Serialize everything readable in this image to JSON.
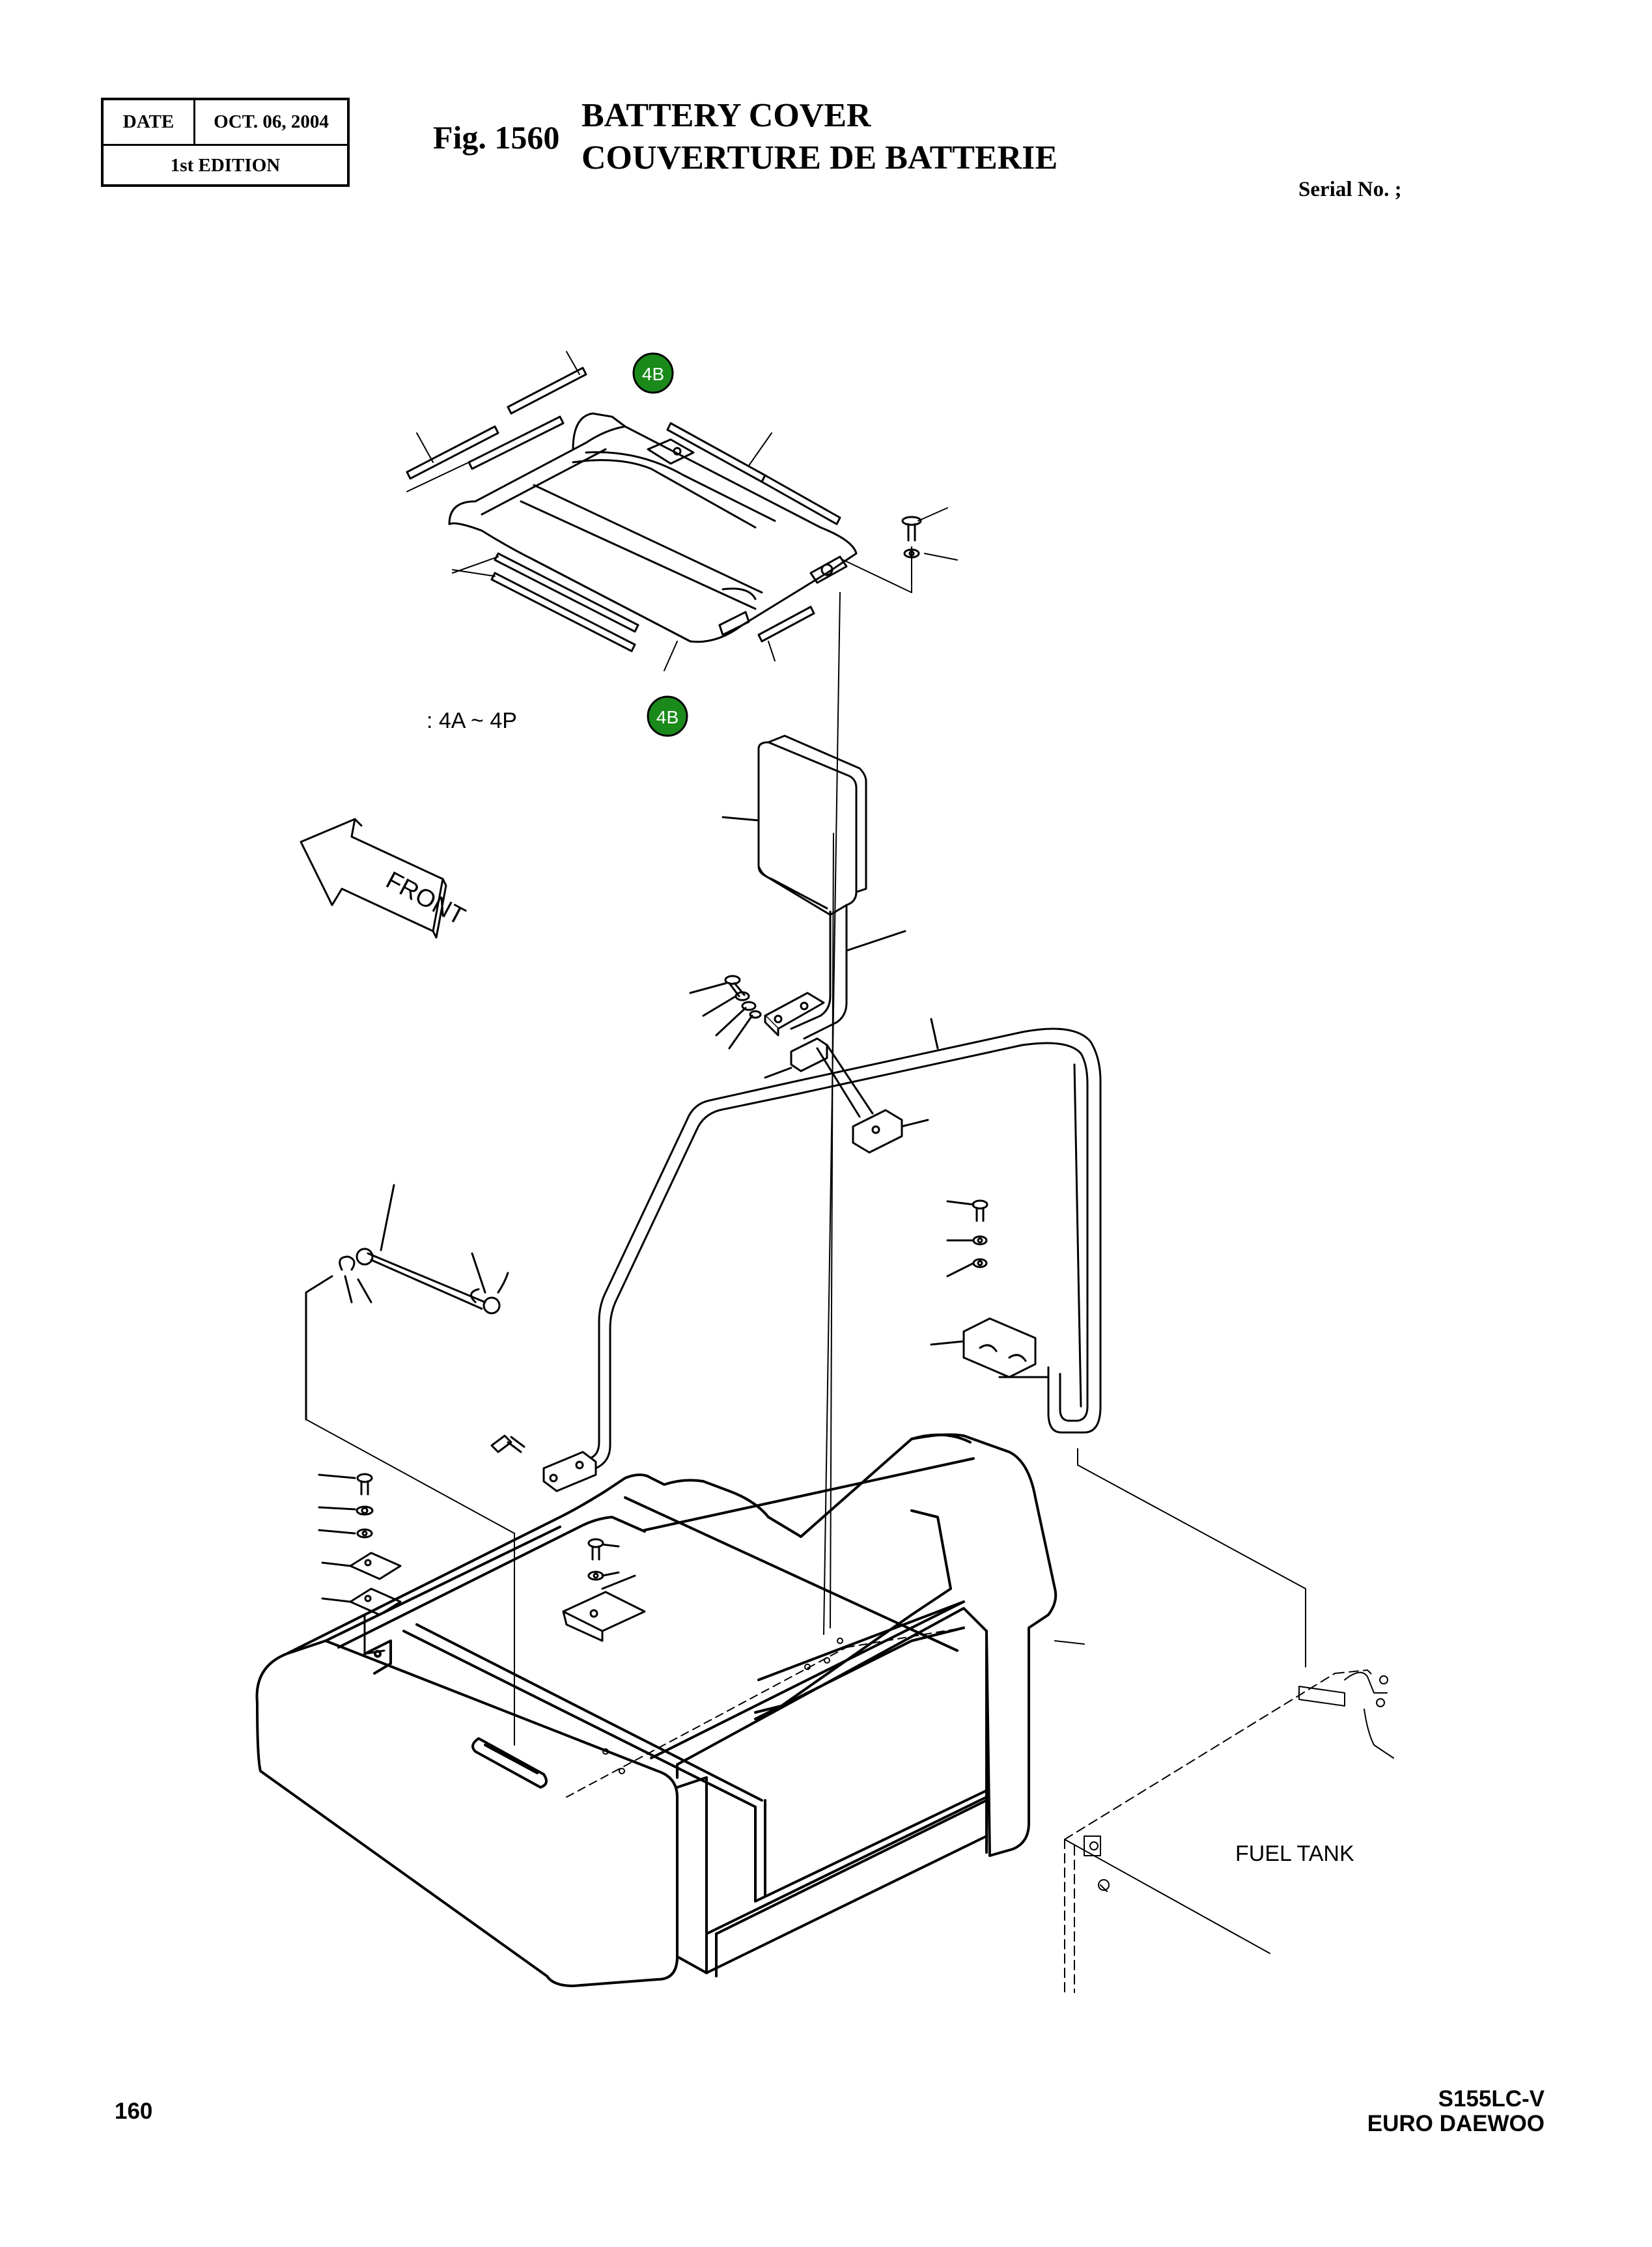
{
  "header": {
    "date_label": "DATE",
    "date_value": "OCT. 06, 2004",
    "edition": "1st EDITION",
    "fig_number": "Fig. 1560",
    "title_en": "BATTERY COVER",
    "title_fr": "COUVERTURE DE BATTERIE",
    "serial": "Serial No. ;"
  },
  "drawing": {
    "callout_top": "4B",
    "callout_bottom": "4B",
    "range_note": ": 4A ~ 4P",
    "front_arrow": "FRONT",
    "fuel_tank": "FUEL TANK",
    "callout_color": "#1a8a1a"
  },
  "footer": {
    "page_number": "160",
    "model": "S155LC-V",
    "brand": "EURO DAEWOO"
  }
}
